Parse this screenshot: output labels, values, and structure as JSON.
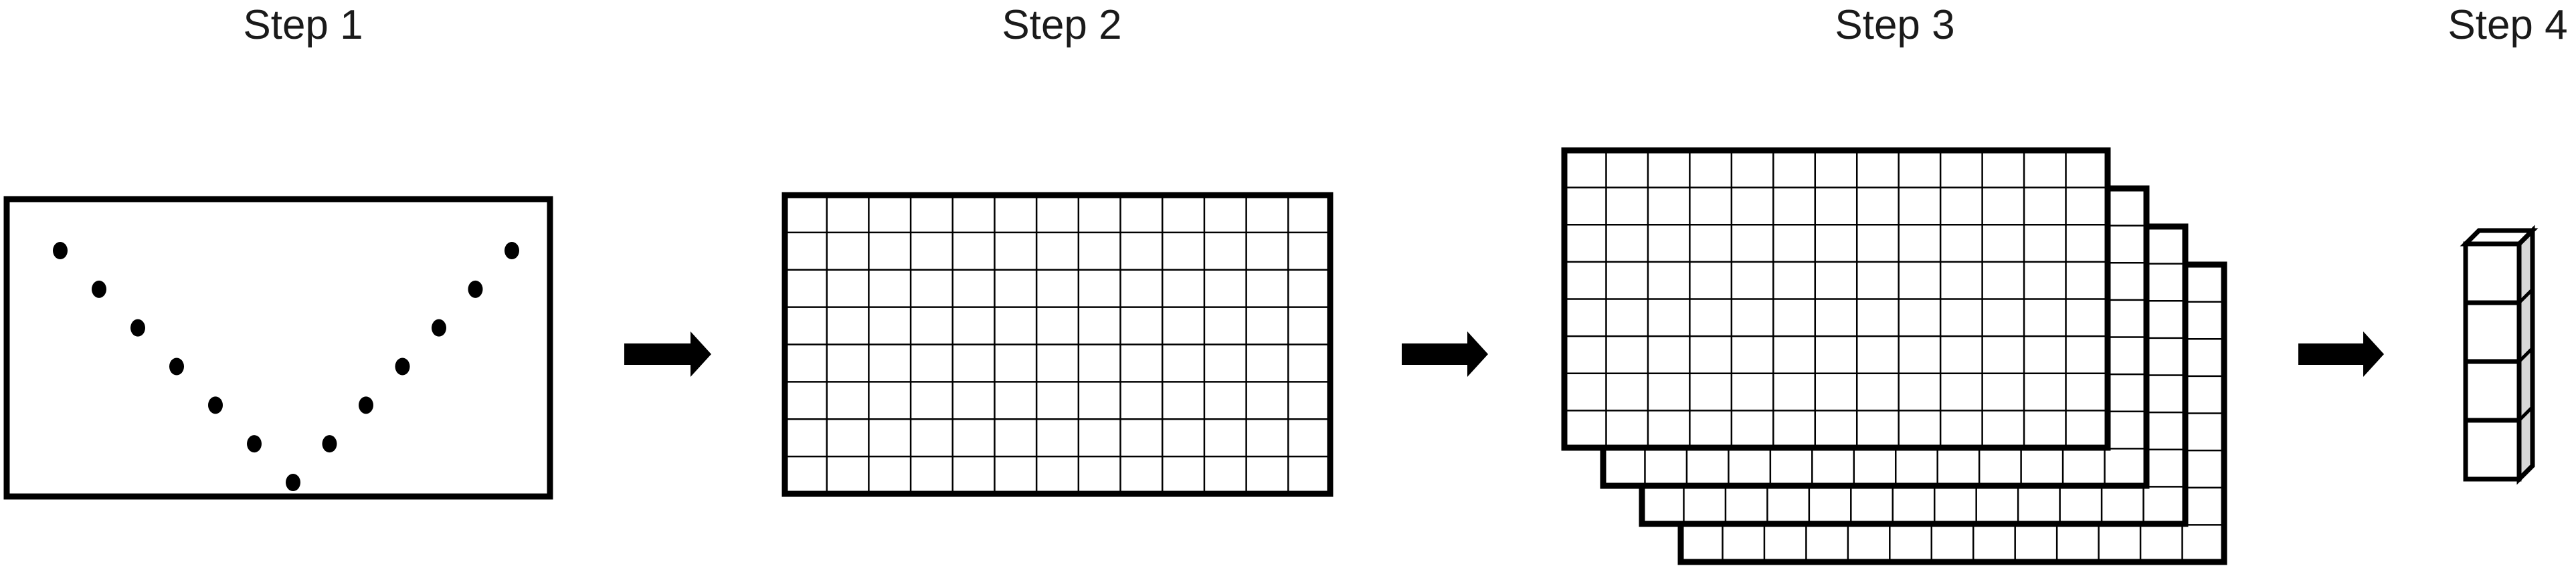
{
  "steps": [
    {
      "label": "Step 1"
    },
    {
      "label": "Step 2"
    },
    {
      "label": "Step 3"
    },
    {
      "label": "Step 4"
    }
  ],
  "colors": {
    "stroke": "#000000",
    "background": "#ffffff",
    "cube_side": "#d9d9d9"
  },
  "icons": {
    "arrow": "right-arrow-icon"
  },
  "step1": {
    "dot_count": 13
  },
  "step2": {
    "grid_columns": 13,
    "grid_rows": 8
  },
  "step3": {
    "stack_count": 4,
    "grid_columns": 13,
    "grid_rows": 8
  },
  "step4": {
    "cube_count": 4
  }
}
